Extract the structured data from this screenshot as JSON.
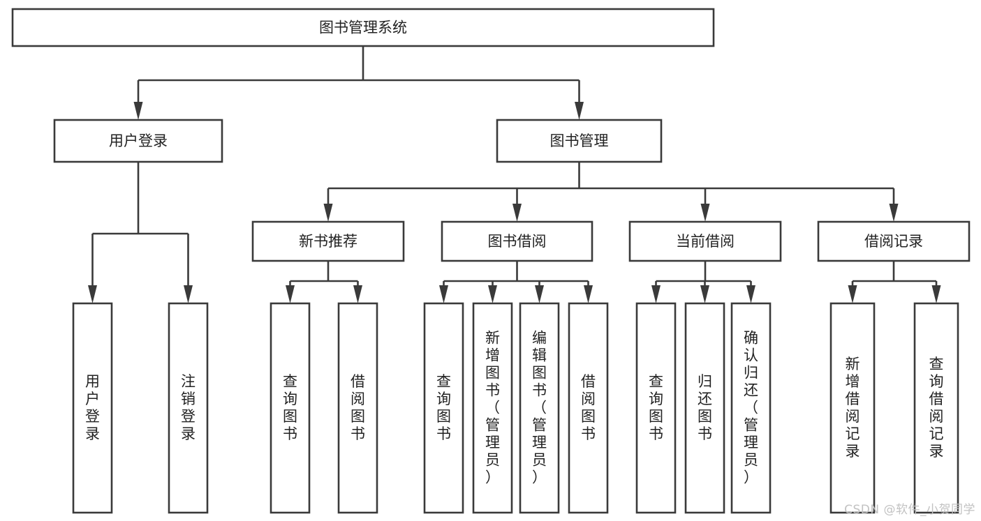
{
  "diagram": {
    "type": "tree-hierarchy",
    "title": "图书管理系统",
    "orientation": "top-down",
    "stroke_color": "#3a3a3a",
    "box_fill": "#ffffff",
    "text_color": "#222222",
    "levels": 4,
    "nodes": {
      "root": {
        "label": "图书管理系统",
        "level": 1,
        "orientation": "horizontal"
      },
      "l2": [
        {
          "label": "用户登录",
          "level": 2,
          "orientation": "horizontal"
        },
        {
          "label": "图书管理",
          "level": 2,
          "orientation": "horizontal"
        }
      ],
      "l3": [
        {
          "label": "新书推荐",
          "level": 3,
          "orientation": "horizontal"
        },
        {
          "label": "图书借阅",
          "level": 3,
          "orientation": "horizontal"
        },
        {
          "label": "当前借阅",
          "level": 3,
          "orientation": "horizontal"
        },
        {
          "label": "借阅记录",
          "level": 3,
          "orientation": "horizontal"
        }
      ],
      "leaves": {
        "user_login": [
          {
            "label": "用户登录",
            "orientation": "vertical"
          },
          {
            "label": "注销登录",
            "orientation": "vertical"
          }
        ],
        "new_book_recommend": [
          {
            "label": "查询图书",
            "orientation": "vertical"
          },
          {
            "label": "借阅图书",
            "orientation": "vertical"
          }
        ],
        "book_borrow": [
          {
            "label": "查询图书",
            "orientation": "vertical"
          },
          {
            "label": "新增图书（管理员）",
            "orientation": "vertical"
          },
          {
            "label": "编辑图书（管理员）",
            "orientation": "vertical"
          },
          {
            "label": "借阅图书",
            "orientation": "vertical"
          }
        ],
        "current_borrow": [
          {
            "label": "查询图书",
            "orientation": "vertical"
          },
          {
            "label": "归还图书",
            "orientation": "vertical"
          },
          {
            "label": "确认归还（管理员）",
            "orientation": "vertical"
          }
        ],
        "borrow_record": [
          {
            "label": "新增借阅记录",
            "orientation": "vertical"
          },
          {
            "label": "查询借阅记录",
            "orientation": "vertical"
          }
        ]
      }
    }
  },
  "watermark": {
    "text": "CSDN @软件_小贺同学",
    "color": "#c2c2c2"
  }
}
